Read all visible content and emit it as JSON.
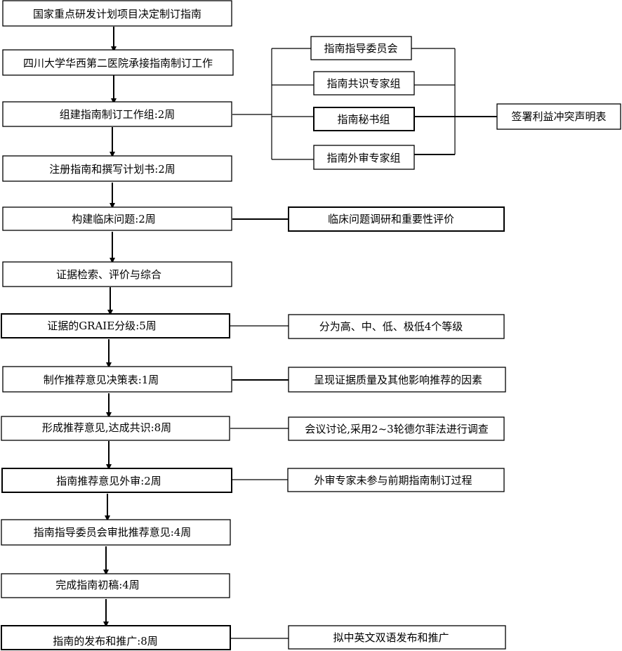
{
  "steps": [
    "国家重点研发计划项目决定制订指南",
    "四川大学华西第二医院承接指南制订工作",
    "组建指南制订工作组:2周",
    "注册指南和撰写计划书:2周",
    "构建临床问题:2周",
    "证据检索、评价与综合",
    "证据的GRAIE分级:5周",
    "制作推荐意见决策表:1周",
    "形成推荐意见,达成共识:8周",
    "指南推荐意见外审:2周",
    "指南指导委员会审批推荐意见:4周",
    "完成指南初稿:4周",
    "指南的发布和推广:8周"
  ],
  "groups": [
    "指南指导委员会",
    "指南共识专家组",
    "指南秘书组",
    "指南外审专家组"
  ],
  "conflict_note": "签署利益冲突声明表",
  "notes": [
    "临床问题调研和重要性评价",
    "分为高、中、低、极低4个等级",
    "呈现证据质量及其他影响推荐的因素",
    "会议讨论,采用2~3轮德尔菲法进行调查",
    "外审专家未参与前期指南制订过程",
    "拟中英文双语发布和推广"
  ]
}
